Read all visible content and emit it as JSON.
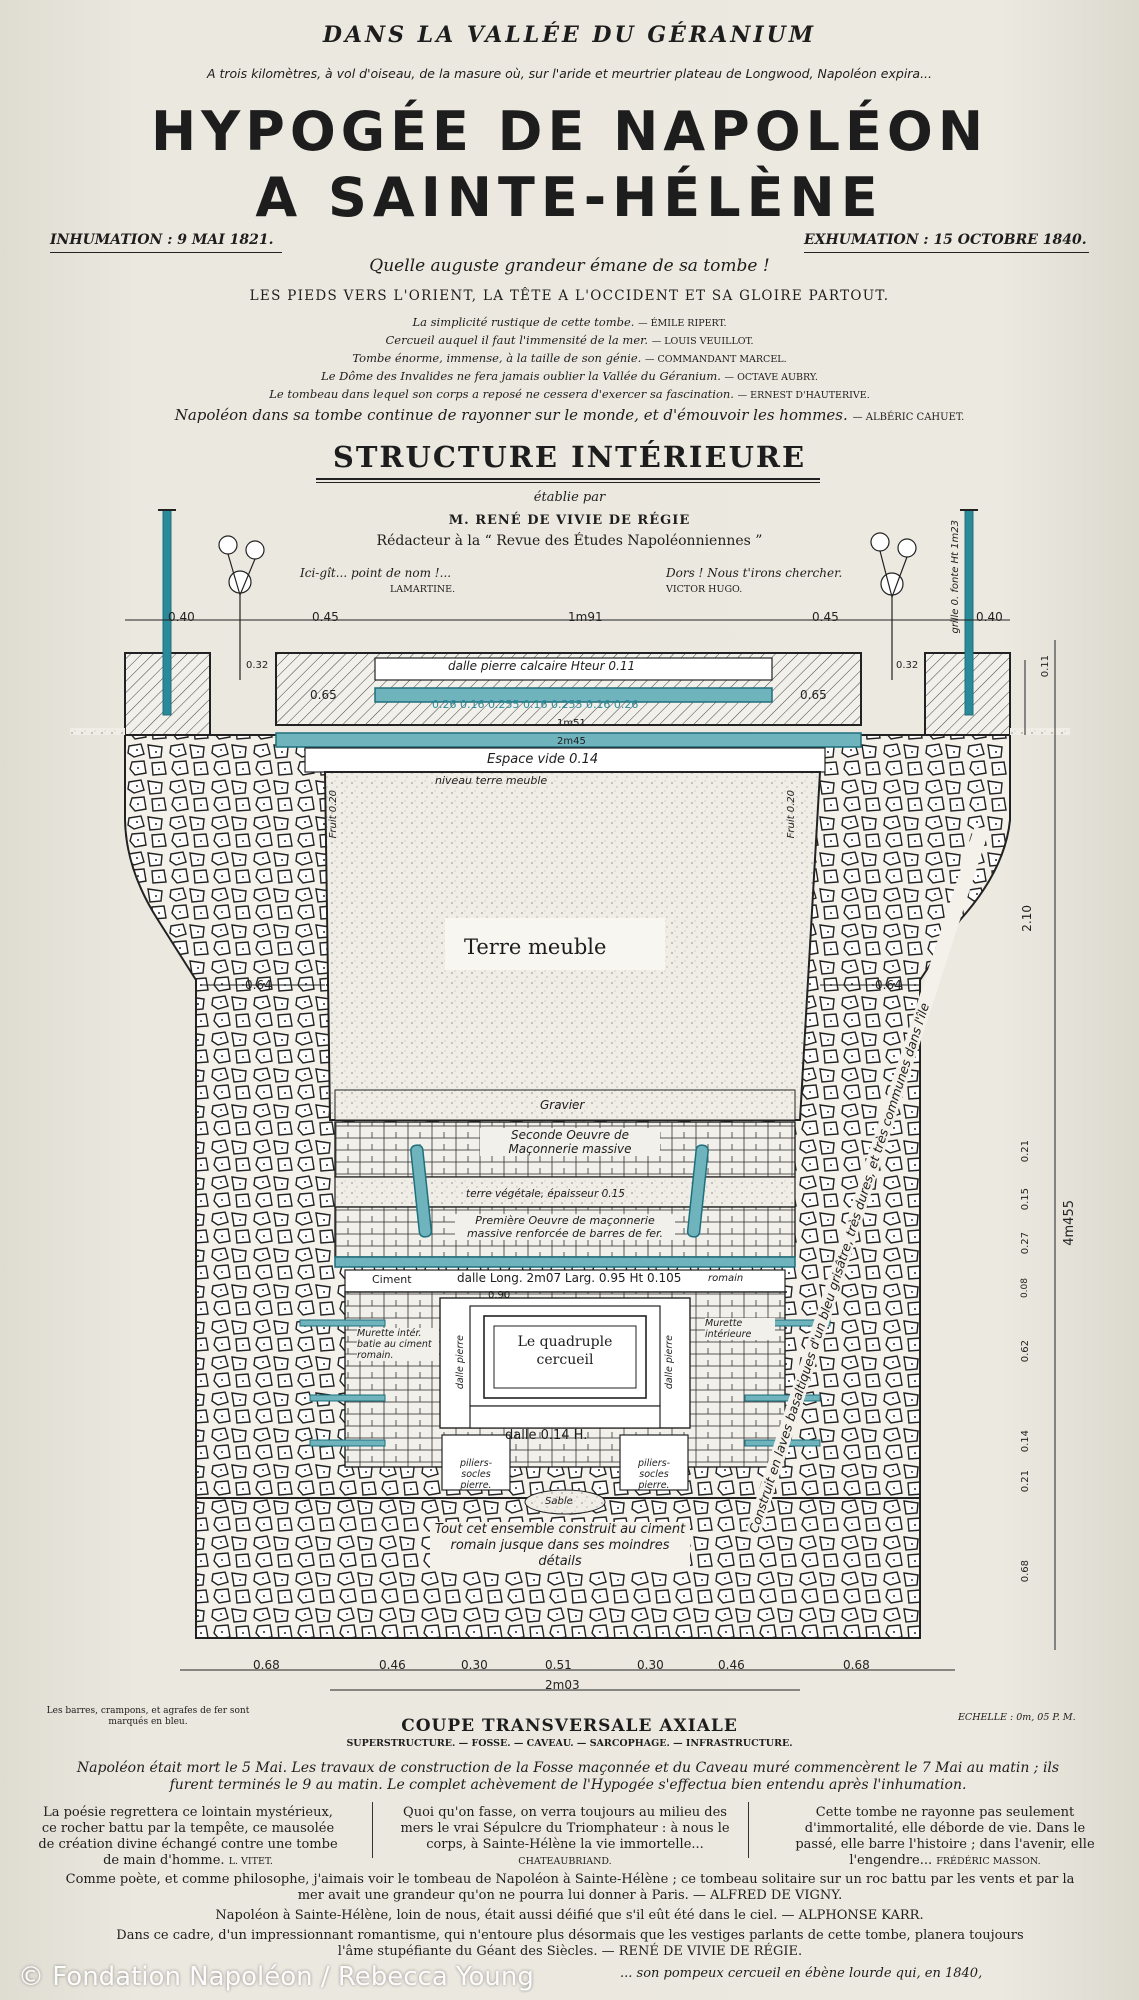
{
  "header": {
    "kicker": "DANS LA VALLÉE DU GÉRANIUM",
    "subkicker": "A trois kilomètres, à vol d'oiseau, de la masure où, sur l'aride et meurtrier plateau de Longwood, Napoléon expira...",
    "title_line1": "HYPOGÉE DE NAPOLÉON",
    "title_line2": "A SAINTE-HÉLÈNE",
    "inhumation": "INHUMATION : 9 MAI 1821.",
    "exhumation": "EXHUMATION : 15 OCTOBRE 1840.",
    "script_line": "Quelle auguste grandeur émane de sa tombe !",
    "caps_line": "LES PIEDS VERS L'ORIENT, LA TÊTE A L'OCCIDENT ET SA GLOIRE PARTOUT."
  },
  "epigraphs": [
    {
      "text": "La simplicité rustique de cette tombe.",
      "author": "— ÉMILE RIPERT."
    },
    {
      "text": "Cercueil auquel il faut l'immensité de la mer.",
      "author": "— LOUIS VEUILLOT."
    },
    {
      "text": "Tombe énorme, immense, à la taille de son génie.",
      "author": "— COMMANDANT MARCEL."
    },
    {
      "text": "Le Dôme des Invalides ne fera jamais oublier la Vallée du Géranium.",
      "author": "— OCTAVE AUBRY."
    },
    {
      "text": "Le tombeau dans lequel son corps a reposé ne cessera d'exercer sa fascination.",
      "author": "— ERNEST D'HAUTERIVE."
    }
  ],
  "script_quote": {
    "text": "Napoléon dans sa tombe continue de rayonner sur le monde, et d'émouvoir les hommes.",
    "author": "— ALBÉRIC CAHUET."
  },
  "structure": {
    "title": "STRUCTURE INTÉRIEURE",
    "etablie": "établie par",
    "author": "M. RENÉ DE VIVIE DE RÉGIE",
    "role": "Rédacteur à la “ Revue des Études Napoléonniennes ”"
  },
  "drawing_quotes": {
    "left": "Ici-gît... point de nom !...",
    "left_author": "LAMARTINE.",
    "right": "Dors ! Nous t'irons chercher.",
    "right_author": "VICTOR HUGO."
  },
  "drawing_labels": {
    "dalle_top": "dalle pierre calcaire Hteur 0.11",
    "beams": "0.26 0.16 0.255 0.16 0.255 0.16 0.26",
    "dim_151": "1m51",
    "dim_245": "2m45",
    "espace": "Espace vide 0.14",
    "niveau": "niveau terre meuble",
    "terre": "Terre meuble",
    "fruit_left": "Fruit 0.20",
    "fruit_right": "Fruit 0.20",
    "gravier": "Gravier",
    "seconde": "Seconde Oeuvre de Maçonnerie massive",
    "vegetale": "terre végétale, épaisseur 0.15",
    "premiere": "Première Oeuvre de maçonnerie massive renforcée de barres de fer.",
    "ciment": "Ciment",
    "dalle_long": "dalle Long. 2m07 Larg. 0.95 Ht 0.105",
    "romain": "romain",
    "d090": "0.90",
    "murette_left": "Murette intér. batie au ciment romain.",
    "murette_right": "Murette intérieure",
    "dalle_pierre": "dalle pierre",
    "cercueil": "Le quadruple cercueil",
    "dalle_014": "dalle 0.14 H.",
    "piliers_left": "piliers-socles pierre.",
    "piliers_right": "piliers-socles pierre.",
    "sable": "Sable",
    "ensemble": "Tout cet ensemble construit au ciment romain jusque dans ses moindres détails",
    "construit": "Construit en laves basaltiques d'un bleu grisâtre, très dures, et très communes dans l'île",
    "grille": "grille 0. fonte Ht 1m23"
  },
  "dims_top": [
    "0.40",
    "0.45",
    "1m91",
    "0.45",
    "0.40"
  ],
  "dims_side": [
    "0.11",
    "0.65",
    "0.65",
    "0.32",
    "0.32",
    "0.64",
    "0.64",
    "2.10",
    "0.21",
    "0.15",
    "0.27",
    "0.08",
    "0.62",
    "0.14",
    "0.21",
    "0.68",
    "4m455"
  ],
  "dims_bottom": [
    "0.68",
    "0.46",
    "0.30",
    "0.51",
    "0.30",
    "0.46",
    "0.68",
    "2m03"
  ],
  "footer": {
    "note": "Les barres, crampons, et agrafes de fer sont marqués en bleu.",
    "section_title": "COUPE TRANSVERSALE AXIALE",
    "echelle": "ECHELLE : 0m, 05 P. M.",
    "components": "SUPERSTRUCTURE. — FOSSE. — CAVEAU. — SARCOPHAGE. — INFRASTRUCTURE.",
    "para1": "Napoléon était mort le 5 Mai. Les travaux de construction de la Fosse maçonnée et du Caveau muré commencèrent le 7 Mai au matin ; ils furent terminés le 9 au matin. Le complet achèvement de l'Hypogée s'effectua bien entendu après l'inhumation.",
    "col1": "La poésie regrettera ce lointain mystérieux, ce rocher battu par la tempête, ce mausolée de création divine échangé contre une tombe de main d'homme.",
    "col1_author": "L. VITET.",
    "col2": "Quoi qu'on fasse, on verra toujours au milieu des mers le vrai Sépulcre du Triomphateur : à nous le corps, à Sainte-Hélène la vie immortelle...",
    "col2_author": "CHATEAUBRIAND.",
    "col3": "Cette tombe ne rayonne pas seulement d'immortalité, elle déborde de vie. Dans le passé, elle barre l'histoire ; dans l'avenir, elle l'engendre...",
    "col3_author": "FRÉDÉRIC MASSON.",
    "para2": "Comme poète, et comme philosophe, j'aimais voir le tombeau de Napoléon à Sainte-Hélène ; ce tombeau solitaire sur un roc battu par les vents et par la mer avait une grandeur qu'on ne pourra lui donner à Paris. — ALFRED DE VIGNY.",
    "para3": "Napoléon à Sainte-Hélène, loin de nous, était aussi déifié que s'il eût été dans le ciel. — ALPHONSE KARR.",
    "para4": "Dans ce cadre, d'un impressionnant romantisme, qui n'entoure plus désormais que les vestiges parlants de cette tombe, planera toujours l'âme stupéfiante du Géant des Siècles. — RENÉ DE VIVIE DE RÉGIE.",
    "para5": "... son pompeux cercueil en ébène lourde qui, en 1840,",
    "watermark": "© Fondation Napoléon / Rebecca Young"
  },
  "colors": {
    "accent_blue": "#2b8a99",
    "ink": "#1d1d1d",
    "paper": "#ebe8df"
  }
}
